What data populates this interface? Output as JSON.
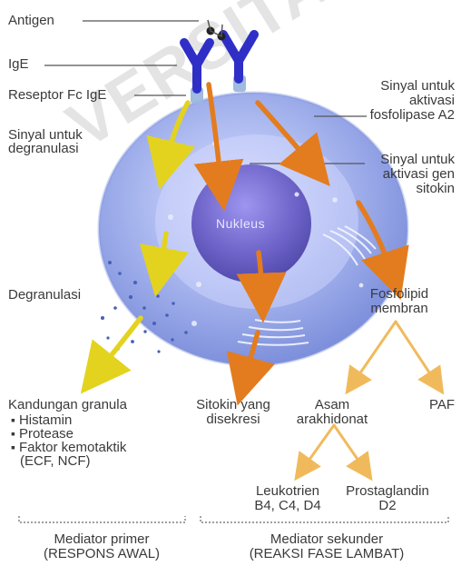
{
  "watermark": "VERSITA",
  "labels": {
    "antigen": "Antigen",
    "ige": "IgE",
    "receptor": "Reseptor Fc IgE",
    "signal_degranulation_1": "Sinyal untuk",
    "signal_degranulation_2": "degranulasi",
    "signal_phospholipase_1": "Sinyal untuk",
    "signal_phospholipase_2": "aktivasi",
    "signal_phospholipase_3": "fosfolipase A2",
    "signal_gene_1": "Sinyal untuk",
    "signal_gene_2": "aktivasi gen",
    "signal_gene_3": "sitokin",
    "nucleus": "Nukleus",
    "degranulation": "Degranulasi",
    "membrane_phospholipid_1": "Fosfolipid",
    "membrane_phospholipid_2": "membran",
    "granule_contents": "Kandungan granula",
    "granule_items": [
      "Histamin",
      "Protease",
      "Faktor kemotaktik"
    ],
    "granule_factor_detail": "(ECF, NCF)",
    "cytokine_1": "Sitokin yang",
    "cytokine_2": "disekresi",
    "arachidonic_1": "Asam",
    "arachidonic_2": "arakhidonat",
    "paf": "PAF",
    "leukotriene": "Leukotrien",
    "leukotriene_subs": "B4, C4, D4",
    "prostaglandin": "Prostaglandin",
    "prostaglandin_sub": "D2",
    "primary_mediator_1": "Mediator primer",
    "primary_mediator_2": "(RESPONS AWAL)",
    "secondary_mediator_1": "Mediator sekunder",
    "secondary_mediator_2": "(REAKSI FASE LAMBAT)"
  },
  "colors": {
    "cell": "#8ea6e8",
    "nucleus": "#6d63c8",
    "antibody": "#2f2fc7",
    "receptor": "#9bb6de",
    "yellow_arrow": "#e3d31f",
    "orange_arrow": "#e37c1e",
    "pale_arrow": "#f0ba5c",
    "leader_line": "#555555"
  }
}
